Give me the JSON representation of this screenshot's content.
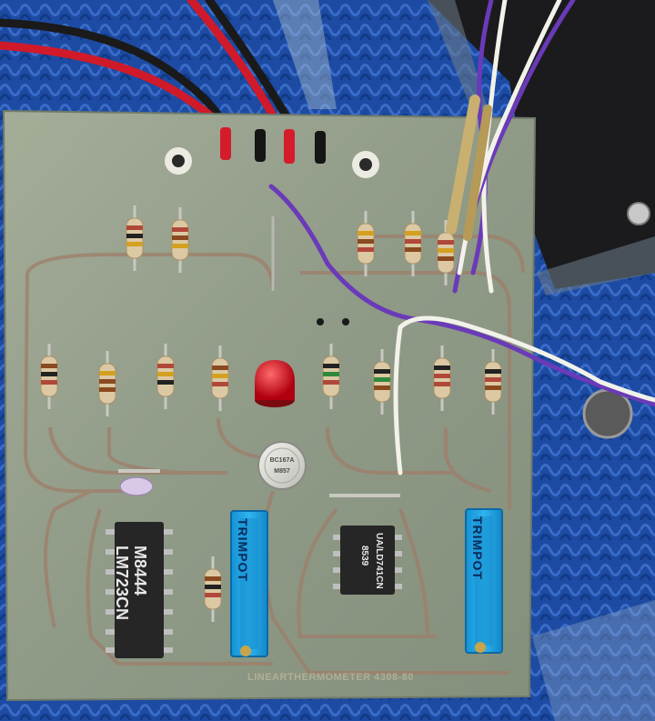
{
  "ic_main": {
    "line1": "M8444",
    "line2": "LM723CN"
  },
  "ic_small": {
    "line1": "UA/LD741CN",
    "line2": "8539"
  },
  "transistor_can": {
    "line1": "BC167A",
    "line2": "M857"
  },
  "trimpot_left": {
    "label": "TRIMPOT"
  },
  "trimpot_right": {
    "label": "TRIMPOT"
  },
  "board_text": {
    "label": "LINEARTHERMOMETER 4308-80"
  },
  "colors": {
    "pcb": "#8e9a86",
    "fabric": "#1f4fa8",
    "ic": "#2a2a2a",
    "led": "#d8101c",
    "trimpot": "#1ea2e0"
  }
}
